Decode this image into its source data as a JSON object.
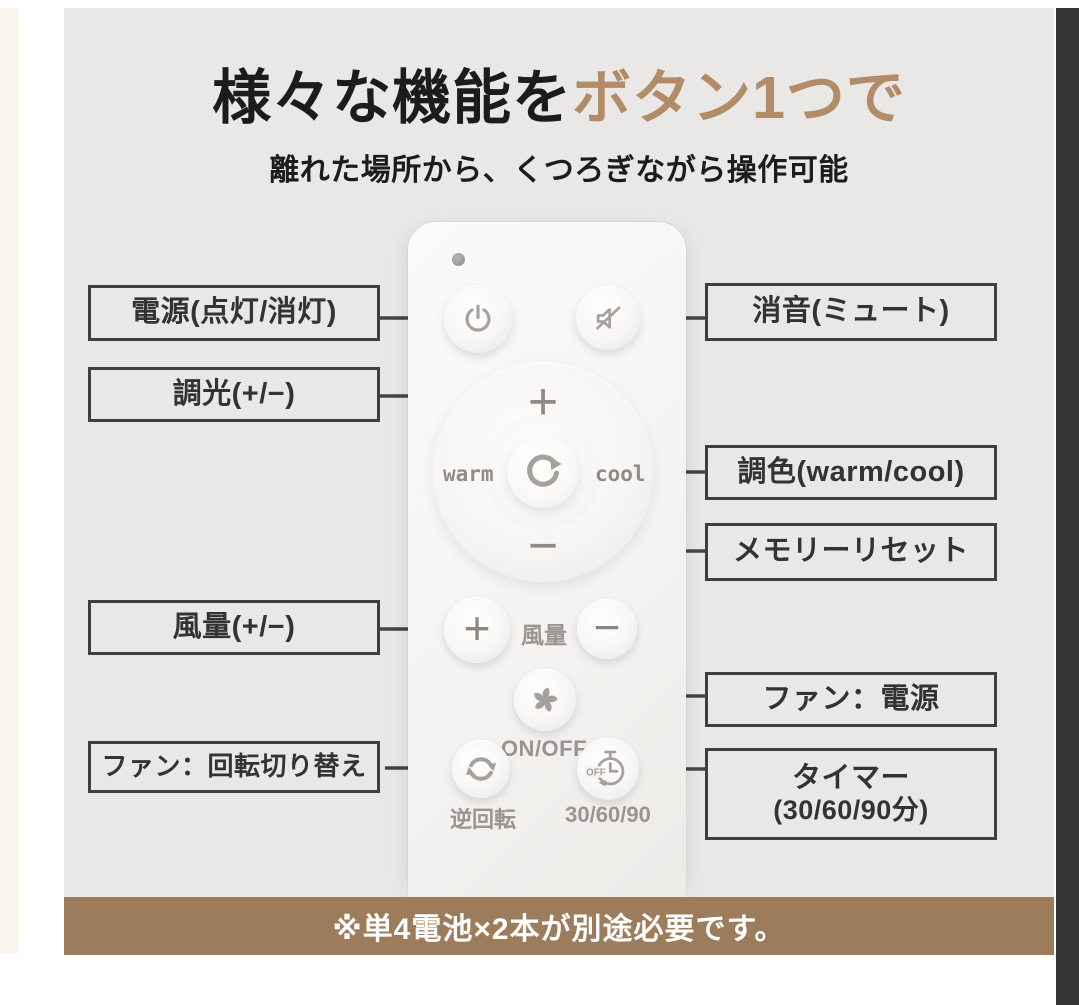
{
  "header": {
    "title_main": "様々な機能を",
    "title_accent": "ボタン1つで",
    "subtitle": "離れた場所から、くつろぎながら操作可能"
  },
  "callouts": {
    "left": [
      {
        "label": "電源(点灯/消灯)"
      },
      {
        "label": "調光(+/−)"
      },
      {
        "label": "風量(+/−)"
      },
      {
        "label": "ファン：回転切り替え"
      }
    ],
    "right": [
      {
        "label": "消音(ミュート)"
      },
      {
        "label": "調色(warm/cool)"
      },
      {
        "label": "メモリーリセット"
      },
      {
        "label": "ファン：電源"
      },
      {
        "label": "タイマー",
        "label2": "(30/60/90分)"
      }
    ]
  },
  "remote": {
    "plus": "+",
    "minus": "−",
    "warm": "warm",
    "cool": "cool",
    "fan_speed_label": "風量",
    "on_off": "ON/OFF",
    "reverse_label": "逆回転",
    "timer_off": "OFF",
    "timer_values": "30/60/90"
  },
  "footer": {
    "note": "※単4電池×2本が別途必要です。"
  },
  "colors": {
    "accent": "#b28c66",
    "footer": "#9c7c5a",
    "line": "#454545"
  }
}
